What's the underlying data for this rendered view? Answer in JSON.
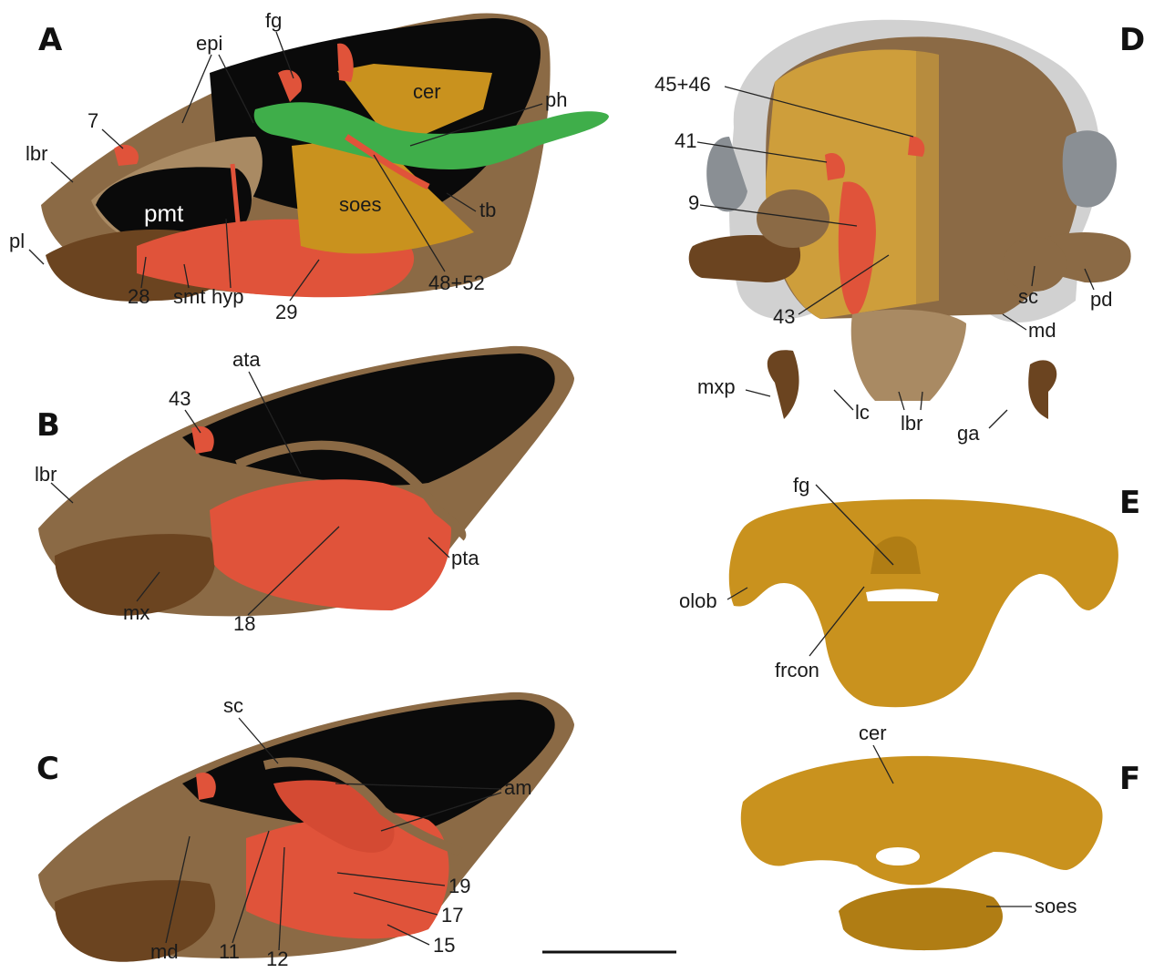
{
  "panels": {
    "A": {
      "letter": "A",
      "labels": {
        "epi": "epi",
        "fg": "fg",
        "cer": "cer",
        "ph": "ph",
        "n7": "7",
        "lbr": "lbr",
        "pmt": "pmt",
        "soes": "soes",
        "tb": "tb",
        "pl": "pl",
        "n28": "28",
        "smt": "smt",
        "hyp": "hyp",
        "n29": "29",
        "n4852": "48+52"
      }
    },
    "B": {
      "letter": "B",
      "labels": {
        "ata": "ata",
        "n43": "43",
        "lbr": "lbr",
        "pta": "pta",
        "mx": "mx",
        "n18": "18"
      }
    },
    "C": {
      "letter": "C",
      "labels": {
        "sc": "sc",
        "am": "am",
        "md": "md",
        "n11": "11",
        "n12": "12",
        "n19": "19",
        "n17": "17",
        "n15": "15"
      }
    },
    "D": {
      "letter": "D",
      "labels": {
        "n4546": "45+46",
        "n41": "41",
        "n9": "9",
        "n43": "43",
        "sc": "sc",
        "pd": "pd",
        "md": "md",
        "mxp": "mxp",
        "lc": "lc",
        "lbr": "lbr",
        "ga": "ga"
      }
    },
    "E": {
      "letter": "E",
      "labels": {
        "fg": "fg",
        "olob": "olob",
        "frcon": "frcon"
      }
    },
    "F": {
      "letter": "F",
      "labels": {
        "cer": "cer",
        "soes": "soes"
      }
    }
  },
  "colors": {
    "head_capsule": "#8b6a45",
    "head_capsule_light": "#a98a63",
    "cavity": "#0a0a0a",
    "muscle": "#e0533a",
    "muscle_dark": "#b83a28",
    "brain": "#c9921e",
    "brain_light": "#d9a73a",
    "pharynx": "#3fae4a",
    "appendage": "#6b4420",
    "eye": "#8a8f94"
  }
}
